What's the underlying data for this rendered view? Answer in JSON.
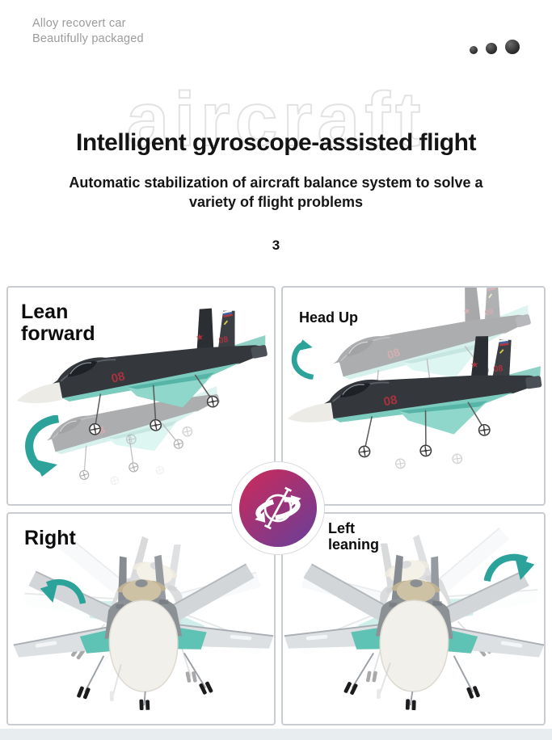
{
  "page": {
    "brand_line1": "Alloy recovert car",
    "brand_line2": "Beautifully packaged",
    "watermark": "aircraft",
    "title": "Intelligent gyroscope-assisted flight",
    "subtitle_line1": "Automatic stabilization of aircraft balance system to solve a",
    "subtitle_line2": "variety of flight problems",
    "page_number": "3"
  },
  "panels": [
    {
      "key": "lean-forward",
      "label_line1": "Lean",
      "label_line2": "forward",
      "arrow_direction": "curving-down-left",
      "view": "side"
    },
    {
      "key": "head-up",
      "label_line1": "Head Up",
      "label_line2": "",
      "arrow_direction": "curving-up",
      "view": "side"
    },
    {
      "key": "right",
      "label_line1": "Right",
      "label_line2": "",
      "arrow_direction": "curving-down-left",
      "view": "front"
    },
    {
      "key": "left-leaning",
      "label_line1": "Left",
      "label_line2": "leaning",
      "arrow_direction": "curving-down-right",
      "view": "front"
    }
  ],
  "jet": {
    "marking": "08",
    "star": "★"
  },
  "icons": {
    "gyroscope_icon": "globe-with-rotation-arrows-and-axis",
    "tilt_arrow": "curved-teal-swoosh-arrow",
    "dots": "three-ascending-dark-dots"
  },
  "colors": {
    "accent-teal": "#2ba29a",
    "badge-grad-start": "#c62b5e",
    "badge-grad-end": "#6e3d95",
    "marking-red": "#a8333e",
    "panel-border": "#c9cdd1",
    "footer-strip": "#e8edf0",
    "dots": "#262626",
    "muted-text": "#9b9b9b",
    "watermark-stroke": "#e3e3e3"
  }
}
